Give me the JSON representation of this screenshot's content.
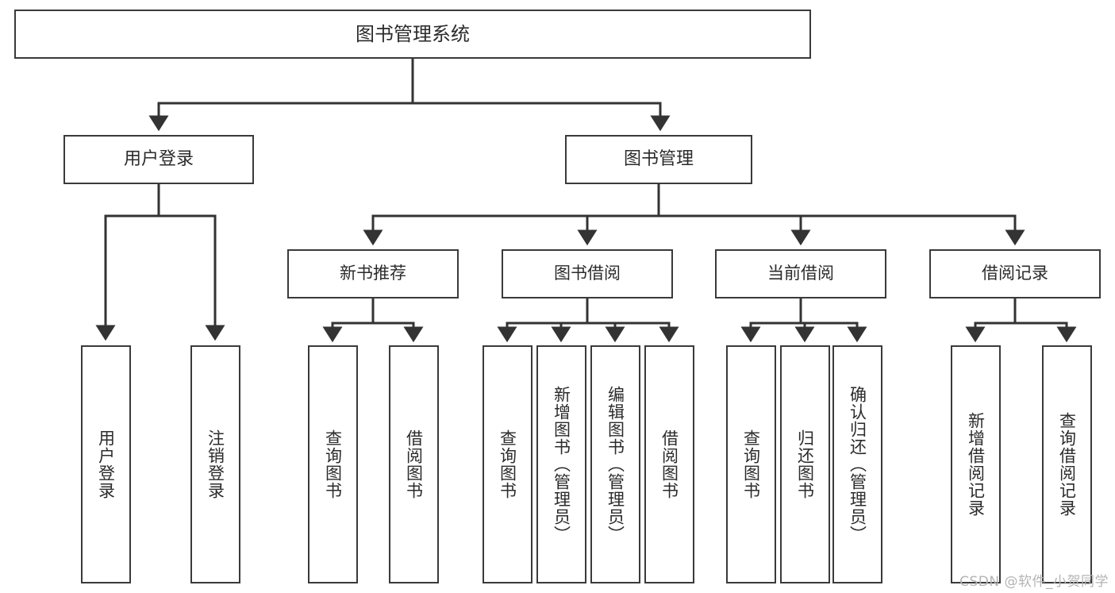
{
  "diagram": {
    "type": "tree-hierarchy",
    "title": "图书管理系统",
    "root": {
      "id": "root",
      "label": "图书管理系统"
    },
    "level2": [
      {
        "id": "user-login",
        "label": "用户登录"
      },
      {
        "id": "book-manage",
        "label": "图书管理"
      }
    ],
    "level3": [
      {
        "id": "new-book-rec",
        "label": "新书推荐",
        "parent": "book-manage"
      },
      {
        "id": "book-borrow",
        "label": "图书借阅",
        "parent": "book-manage"
      },
      {
        "id": "current-borrow",
        "label": "当前借阅",
        "parent": "book-manage"
      },
      {
        "id": "borrow-record",
        "label": "借阅记录",
        "parent": "book-manage"
      }
    ],
    "leaves": [
      {
        "id": "leaf-user-login",
        "label": "用户登录",
        "parent": "user-login"
      },
      {
        "id": "leaf-user-logout",
        "label": "注销登录",
        "parent": "user-login"
      },
      {
        "id": "leaf-query-book-1",
        "label": "查询图书",
        "parent": "new-book-rec"
      },
      {
        "id": "leaf-borrow-book-1",
        "label": "借阅图书",
        "parent": "new-book-rec"
      },
      {
        "id": "leaf-query-book-2",
        "label": "查询图书",
        "parent": "book-borrow"
      },
      {
        "id": "leaf-add-book",
        "label": "新增图书（管理员）",
        "parent": "book-borrow"
      },
      {
        "id": "leaf-edit-book",
        "label": "编辑图书（管理员）",
        "parent": "book-borrow"
      },
      {
        "id": "leaf-borrow-book-2",
        "label": "借阅图书",
        "parent": "book-borrow"
      },
      {
        "id": "leaf-query-book-3",
        "label": "查询图书",
        "parent": "current-borrow"
      },
      {
        "id": "leaf-return-book",
        "label": "归还图书",
        "parent": "current-borrow"
      },
      {
        "id": "leaf-confirm-return",
        "label": "确认归还（管理员）",
        "parent": "current-borrow"
      },
      {
        "id": "leaf-add-record",
        "label": "新增借阅记录",
        "parent": "borrow-record"
      },
      {
        "id": "leaf-query-record",
        "label": "查询借阅记录",
        "parent": "borrow-record"
      }
    ],
    "colors": {
      "border": "#3a3a3a",
      "text": "#2b2b2b",
      "background": "#ffffff",
      "edge": "#333333",
      "watermark": "#b4b4b4"
    }
  },
  "watermark": {
    "text": "CSDN @软件_小贺同学"
  }
}
